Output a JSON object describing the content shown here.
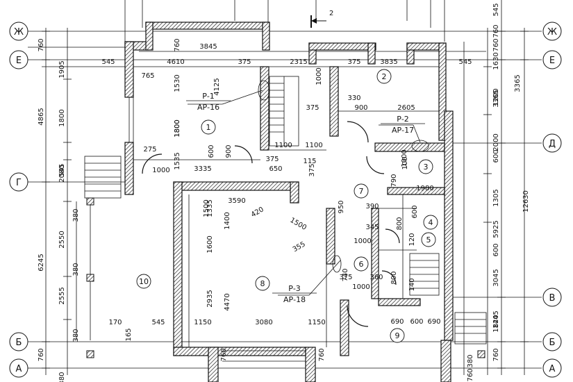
{
  "axes_right": [
    "Ж",
    "Е",
    "Д",
    "В",
    "Б",
    "А"
  ],
  "axes_left": [
    "Ж",
    "Е",
    "Г",
    "Б",
    "А"
  ],
  "section_marker": "2",
  "rooms": [
    "1",
    "2",
    "3",
    "4",
    "5",
    "6",
    "7",
    "8",
    "9",
    "10"
  ],
  "refs": [
    {
      "top": "Р-1",
      "bottom": "АР-16"
    },
    {
      "top": "Р-2",
      "bottom": "АР-17"
    },
    {
      "top": "Р-3",
      "bottom": "АР-18"
    }
  ],
  "dims_left": [
    "760",
    "1905",
    "4865",
    "1800",
    "2080",
    "545",
    "6245",
    "2550",
    "2555",
    "380",
    "380",
    "380",
    "760"
  ],
  "dims_right": [
    "545",
    "760",
    "1630",
    "760",
    "3365",
    "3365",
    "1200",
    "2000",
    "600",
    "12630",
    "1305",
    "5925",
    "3045",
    "600",
    "1445",
    "1820",
    "760"
  ],
  "dims_interior": [
    "545",
    "3845",
    "4610",
    "375",
    "2315",
    "375",
    "3835",
    "545",
    "760",
    "765",
    "1530",
    "4125",
    "1000",
    "1800",
    "330",
    "375",
    "900",
    "2605",
    "1800",
    "1100",
    "1100",
    "275",
    "1000",
    "1535",
    "3335",
    "600",
    "900",
    "375",
    "650",
    "115",
    "375",
    "1000",
    "790",
    "1980",
    "100",
    "3590",
    "1335",
    "1400",
    "1500",
    "420",
    "1500",
    "950",
    "390",
    "345",
    "1000",
    "800",
    "600",
    "120",
    "355",
    "1600",
    "2935",
    "4470",
    "740",
    "375",
    "360",
    "1000",
    "800",
    "140",
    "170",
    "165",
    "545",
    "1150",
    "3080",
    "1150",
    "690",
    "600",
    "690",
    "760",
    "760",
    "380",
    "760",
    "380"
  ]
}
